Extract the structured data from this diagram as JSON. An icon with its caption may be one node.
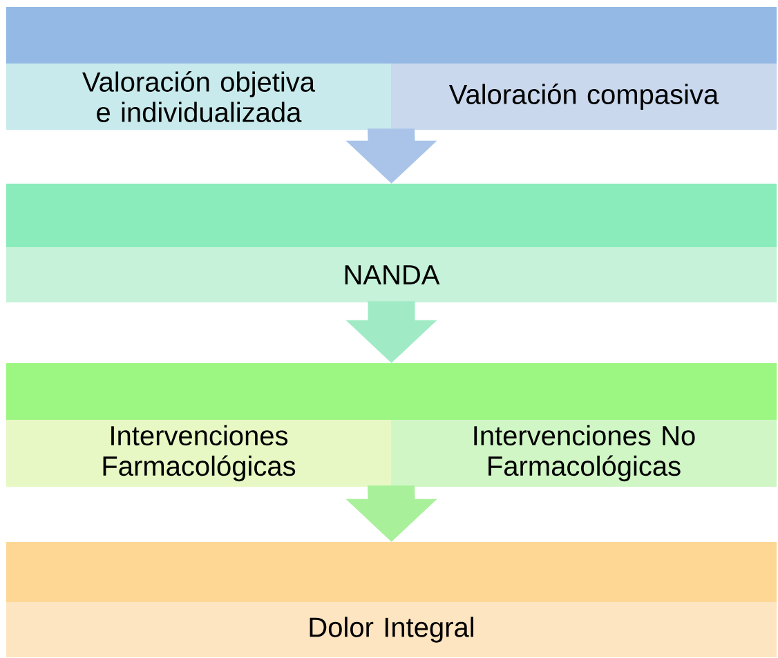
{
  "diagram": {
    "nodes": [
      {
        "text": [],
        "shape": "box"
      },
      {
        "text": [
          "Valoración objetiva e individualizada"
        ]
      },
      {
        "text": [
          "Valoración compasiva"
        ]
      },
      {
        "text": [],
        "shape": "box"
      },
      {
        "text": [
          "NANDA"
        ]
      },
      {
        "text": [],
        "shape": "box"
      },
      {
        "text": [
          "Intervenciones Farmacológicas"
        ]
      },
      {
        "text": [
          "Intervenciones No Farmacológicas"
        ]
      },
      {
        "text": [],
        "shape": "box"
      },
      {
        "text": [
          "Dolor Integral"
        ]
      }
    ],
    "edges": [
      {
        "from": 1,
        "to": 3,
        "arrow": "to",
        "color": "#a9c4e8"
      },
      {
        "from": 2,
        "to": 3,
        "arrow": "to",
        "color": "#a9c4e8"
      },
      {
        "from": 4,
        "to": 5,
        "arrow": "to",
        "color": "#a0ebc6"
      },
      {
        "from": 6,
        "to": 8,
        "arrow": "to",
        "color": "#a9f09a"
      },
      {
        "from": 7,
        "to": 8,
        "arrow": "to",
        "color": "#a9f09a"
      }
    ]
  }
}
